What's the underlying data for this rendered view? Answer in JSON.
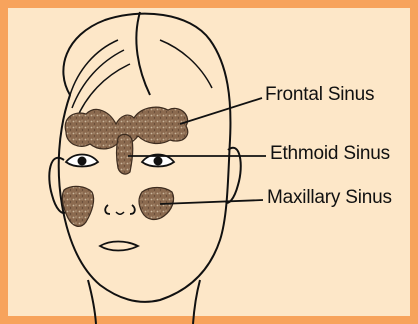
{
  "labels": {
    "frontal": "Frontal Sinus",
    "ethmoid": "Ethmoid Sinus",
    "maxillary": "Maxillary Sinus"
  },
  "colors": {
    "border": "#f7a35c",
    "background": "#fde7c8",
    "sinus_fill": "#8b6a4f",
    "line": "#111111"
  }
}
